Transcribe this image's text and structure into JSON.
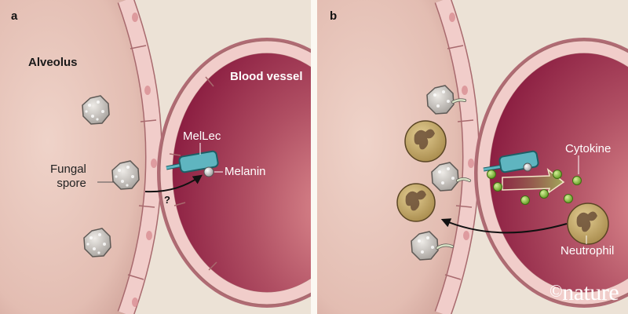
{
  "figure": {
    "panels": [
      {
        "id": "a",
        "letter": "a",
        "labels": {
          "alveolus": "Alveolus",
          "blood_vessel": "Blood vessel",
          "receptor": "MelLec",
          "pigment": "Melanin",
          "spore": "Fungal\nspore",
          "unknown_step": "?"
        },
        "elements": [
          "alveolus",
          "alveolar-wall",
          "blood-vessel",
          "fungal-spore",
          "mellec-receptor",
          "melanin",
          "transport-arrow"
        ],
        "spore_count": 3
      },
      {
        "id": "b",
        "letter": "b",
        "labels": {
          "cytokine": "Cytokine",
          "neutrophil": "Neutrophil"
        },
        "elements": [
          "alveolus",
          "alveolar-wall",
          "blood-vessel",
          "fungal-spore",
          "mellec-receptor",
          "melanin",
          "cytokine",
          "signal-arrow",
          "neutrophil",
          "recruitment-arrow"
        ],
        "spore_count": 3,
        "neutrophil_count": 3,
        "cytokine_count": 7
      }
    ],
    "credit": "nature",
    "credit_symbol": "©"
  },
  "colors": {
    "background": "#fbf8f2",
    "interstitium": "#e6d9cc",
    "alveolus": "#e8c4b9",
    "cell_wall": "#f0c9c6",
    "cell_wall_stroke": "#a86a6e",
    "vessel_lumen": "#9b2a4a",
    "vessel_light": "#d88088",
    "receptor": "#5fb5c0",
    "spore": "#d4d0cc",
    "neutrophil": "#c7ad6e",
    "cytokine": "#8fc43c",
    "signal_arrow": "#9aa058"
  }
}
